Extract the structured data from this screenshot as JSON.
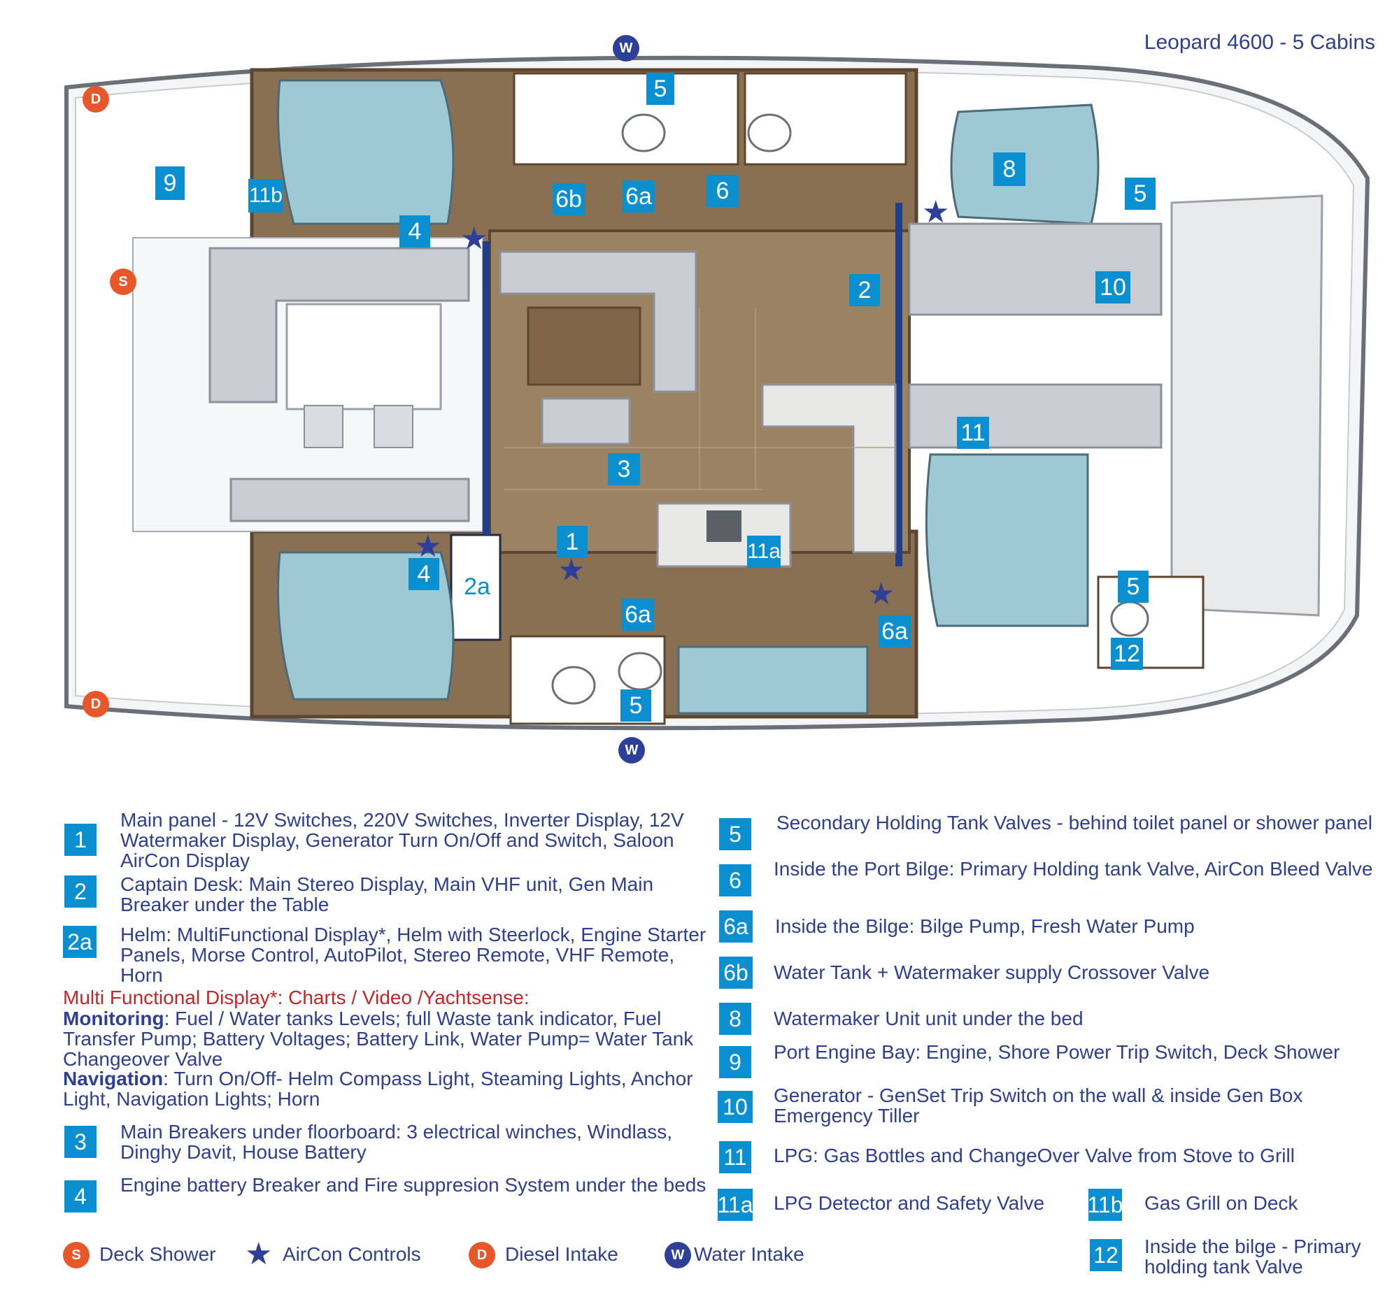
{
  "title": "Leopard 4600 - 5 Cabins",
  "colors": {
    "badge": "#0a8fd0",
    "navy": "#2e3f98",
    "orange": "#e8572a",
    "red": "#c22727",
    "wood": "#8a7053",
    "bed": "#9ec8d3",
    "seat": "#c9cdd3"
  },
  "plan_labels": [
    "5",
    "9",
    "11b",
    "4",
    "6b",
    "6a",
    "6",
    "8",
    "5",
    "2",
    "10",
    "3",
    "11",
    "1",
    "11a",
    "4",
    "2a",
    "6a",
    "6a",
    "5",
    "12",
    "5"
  ],
  "markers": {
    "water": "W",
    "shower": "S",
    "diesel": "D"
  },
  "legend_left": [
    {
      "badge": "1",
      "text": "Main panel - 12V Switches, 220V Switches, Inverter Display, 12V Watermaker Display, Generator Turn On/Off and Switch, Saloon AirCon Display"
    },
    {
      "badge": "2",
      "bold": "",
      "text": "Captain Desk: Main Stereo Display, Main VHF unit, Gen Main Breaker under the Table"
    },
    {
      "badge": "2a",
      "text": "Helm: MultiFunctional Display*, Helm with Steerlock, Engine Starter Panels, Morse Control, AutoPilot, Stereo Remote, VHF Remote, Horn"
    },
    {
      "badge": "3",
      "text": "Main Breakers under floorboard: 3 electrical winches, Windlass, Dinghy Davit, House Battery"
    },
    {
      "badge": "4",
      "text": "Engine battery Breaker and Fire suppresion System under the beds"
    }
  ],
  "mfd": {
    "heading": "Multi Functional Display*: Charts / Video /Yachtsense:",
    "monitoring_label": "Monitoring",
    "monitoring_text": ": Fuel / Water tanks Levels; full Waste tank indicator, Fuel Transfer Pump; Battery Voltages; Battery Link, Water Pump= Water Tank Changeover Valve",
    "navigation_label": "Navigation",
    "navigation_text": ": Turn On/Off- Helm Compass Light, Steaming Lights, Anchor Light, Navigation Lights; Horn"
  },
  "legend_right": [
    {
      "badge": "5",
      "text": "Secondary Holding Tank Valves - behind toilet panel or shower panel"
    },
    {
      "badge": "6",
      "text": "Inside the Port Bilge: Primary Holding tank Valve, AirCon Bleed Valve"
    },
    {
      "badge": "6a",
      "text": "Inside the Bilge: Bilge Pump, Fresh Water Pump"
    },
    {
      "badge": "6b",
      "text": "Water Tank + Watermaker supply Crossover Valve"
    },
    {
      "badge": "8",
      "text": "Watermaker Unit unit under the bed"
    },
    {
      "badge": "9",
      "text": "Port Engine Bay: Engine, Shore Power Trip Switch, Deck Shower"
    },
    {
      "badge": "10",
      "text": "Generator - GenSet Trip Switch on the wall & inside Gen Box Emergency Tiller"
    },
    {
      "badge": "11",
      "text": "LPG: Gas Bottles and ChangeOver Valve from Stove to Grill"
    },
    {
      "badge": "11a",
      "text": "LPG Detector and Safety Valve"
    },
    {
      "badge": "11b",
      "text": "Gas Grill on Deck"
    },
    {
      "badge": "12",
      "text": "Inside the bilge - Primary holding tank Valve"
    }
  ],
  "key": {
    "shower": "Deck Shower",
    "aircon": "AirCon Controls",
    "diesel": "Diesel Intake",
    "water": "Water Intake"
  }
}
